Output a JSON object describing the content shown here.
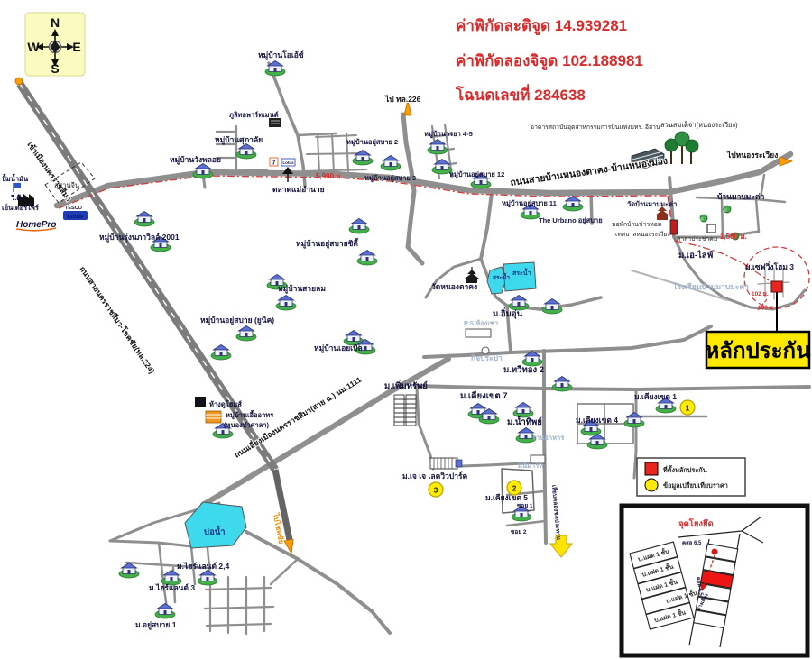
{
  "header": {
    "lat": "ค่าพิกัดละติจูด 14.939281",
    "lng": "ค่าพิกัดลองจิจูด 102.188981",
    "deed": "โฉนดเลขที่ 284638"
  },
  "compass": {
    "n": "N",
    "w": "W",
    "e": "E",
    "s": "S"
  },
  "roads": {
    "to_city": "เข้าเมืองนครราชสีมา",
    "hw224": "ถนนสายนครราชสีมา-โชคชัย(ทล.224)",
    "to_chokchai": "ไปโชคชัย",
    "bypass": "ถนนเลี่ยงเมืองนครราชสีมา(สาย ฉ.) นม.1111",
    "main_road": "ถนนสายบ้านหนองตาคง-บ้านหนองม่วง",
    "to_226": "ไป ทล.226",
    "to_nong_rawiang": "ไปหนองระเวียง",
    "canal": "เลียบคลองชลประทาน",
    "soi1": "ซอย 1",
    "soi2": "ซอย 2"
  },
  "distances": {
    "d5900": "5,900 ม.",
    "d1500": "1,500 ม.",
    "d102": "102 ม.",
    "d190": "190 ม."
  },
  "places": {
    "gas": "ปั้มน้ำมัน",
    "vd1": "วี.ดี",
    "vd2": "เอ็นเตอร์ไพร์",
    "homepro": "HomePro",
    "cemetery": "สุสานจีน",
    "tesco": "TESCO",
    "lotus": "Lotus",
    "seven": "7",
    "lotus_mini": "Lotus",
    "dohome_letter": "D",
    "wang_ploy": "หมู่บ้านวังพลอย",
    "rung_napha": "หมู่บ้านรุ่งนภาวิลล์ 2001",
    "oasis": "หมู่บ้านโอเอ้ซ์",
    "apartment": "ภูลิทอพาร์ทเมนต์",
    "supalai": "หมู่บ้านศุภาลัย",
    "market": "ตลาดแม่อำนวย",
    "yusabai2": "หมู่บ้านอยู่สบาย 2",
    "yusabai3": "หมู่บ้านอยู่สบาย 3",
    "woraya": "หมู่บ้านวรยา 4-5",
    "yusabai12": "หมู่บ้านอยู่สบาย 12",
    "yusabai11": "หมู่บ้านอยู่สบาย 11",
    "urbano": "The Urbano อยู่สบาย",
    "aviation": "อาคารสถาบันอุตสาหกรรมการบินแห่งมทร. อีสาน",
    "park": "สวนสมเด็จฯ(หนองระเวียง)",
    "ban_map_makha": "บ้านมาบมะค่า",
    "wat_map_makha": "วัดบ้านมาบมะค่า",
    "dorm1": "หอพักบ้านข้าวหอม",
    "dorm2": "เทศบาลหนองระเวียง",
    "sala": "ศาลาประชาคม",
    "a_life": "ม.เอ-ไลฟ์",
    "saving_home": "ม.เซฟวิ่งโฮม 3",
    "school": "โรงเรียนบ้านมาบมะค่า",
    "wat_nong_ta_kong": "วัดหนองตาคง",
    "pond": "สระน้ำ",
    "im_un": "ม.อิ่มอุ่น",
    "ps_rent": "P.S.ห้องเช่า",
    "waterworks": "กิจประปา",
    "thawi_thong": "ม.ทวีทอง 2",
    "perm_sap": "ม.เพิ่มทรัพย์",
    "kiang7": "ม.เคียงเขต 7",
    "nam_thip": "ม.น้ำทิพย์",
    "kiang4": "ม.เคียงเขต 4",
    "kiang1": "ม.เคียงเขต 1",
    "kiang5": "ม.เคียงเขต 5",
    "restaurant": "ร้านอาหาร",
    "minimart": "มินิมาร์ท",
    "jj_lakeview": "ม.เจ เจ เลควิวปาร์ค",
    "sai_lom": "หมู่บ้านสายลม",
    "yusabai_city": "หมู่บ้านอยู่สบายซิตี้",
    "yusabai_unique": "หมู่บ้านอยู่สบาย (ยูนิค)",
    "able": "หมู่บ้านเอยเบิล",
    "uea1": "หมู่บ้านเอื้ออาทร",
    "uea2": "(หนองบัวศาลา)",
    "dohome": "ห้างดูโฮมส์",
    "bo_nam": "บ่อน้ำ",
    "highland24": "ม.ไฮร์แลนด์ 2,4",
    "highland3": "ม.ไฮร์แลนด์ 3",
    "yusabai1": "ม.อยู่สบาย 1"
  },
  "collateral": {
    "label": "หลักประกัน"
  },
  "legend": {
    "red": "ที่ตั้งหลักประกัน",
    "yellow": "ข้อมูลเปรียบเทียบราคา"
  },
  "markers": {
    "m1": "1",
    "m2": "2",
    "m3": "3"
  },
  "inset": {
    "anchor": "จุดโยงยึด",
    "twin": "บ.แฝด 1 ชั้น",
    "ksl": "คสล 6.5",
    "adj": "ข้างเคียง"
  },
  "colors": {
    "accent_red": "#d92b2b",
    "collateral_yellow": "#ffe900",
    "pond_cyan": "#3fd9ee",
    "road_gray": "#8f8f8f",
    "legend_red": "#e8251f",
    "marker_yellow": "#ffec00"
  }
}
